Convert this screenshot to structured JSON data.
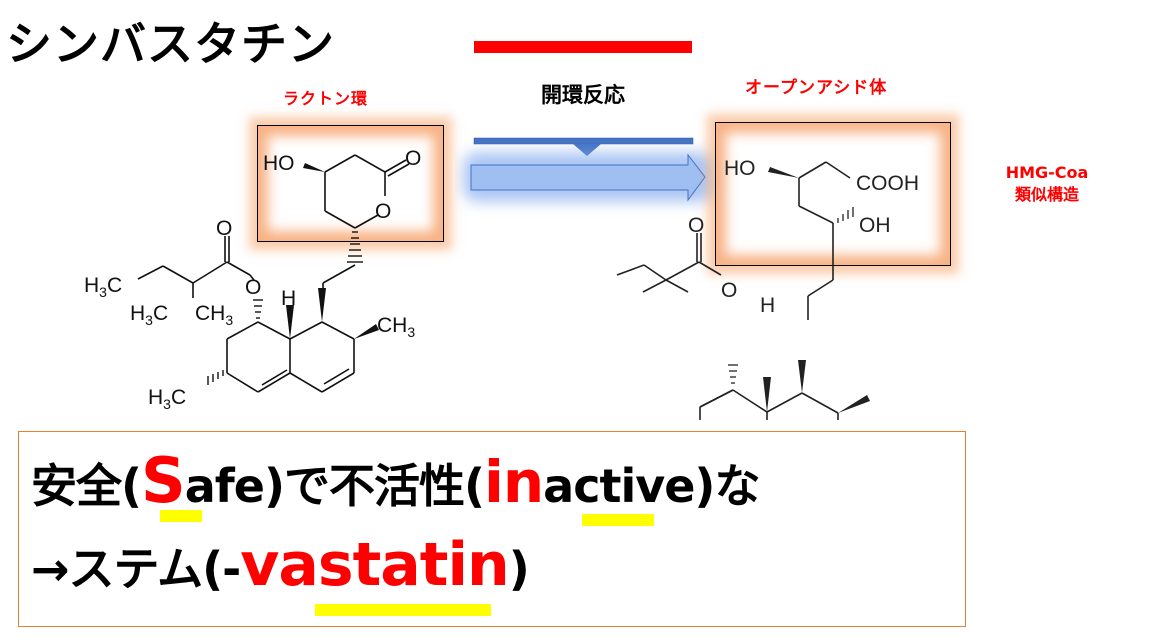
{
  "title": "シンバスタチン",
  "reaction": {
    "label": "開環反応",
    "bar_color": "#ff0000",
    "arrow_color": "#4472c4"
  },
  "lactone": {
    "label": "ラクトン環",
    "atoms": {
      "ho": "HO",
      "o_carbonyl": "O",
      "o_ring": "O",
      "ester_o": "O",
      "ester_o2": "O",
      "h3c_1": "H3C",
      "h3c_2": "H3C",
      "ch3_1": "CH3",
      "h": "H",
      "ch3_2": "CH3",
      "h3c_3": "H3C"
    }
  },
  "open_acid": {
    "label": "オープンアシド体",
    "atoms": {
      "ho": "HO",
      "cooh": "COOH",
      "oh": "OH",
      "ester_o": "O",
      "ester_o2": "O",
      "h": "H"
    }
  },
  "hmg": {
    "line1": "HMG-Coa",
    "line2": "類似構造"
  },
  "mnemonic": {
    "line1": {
      "p1": "安全(",
      "s": "S",
      "p2": "afe)で不活性(",
      "in": "in",
      "p3": "active)な"
    },
    "line2": {
      "p1": "→ステム(-",
      "vastatin": "vastatin",
      "p2": ")"
    },
    "highlight_color": "#ffff00",
    "accent_color": "#ff0000",
    "border_color": "#ed7d31"
  }
}
